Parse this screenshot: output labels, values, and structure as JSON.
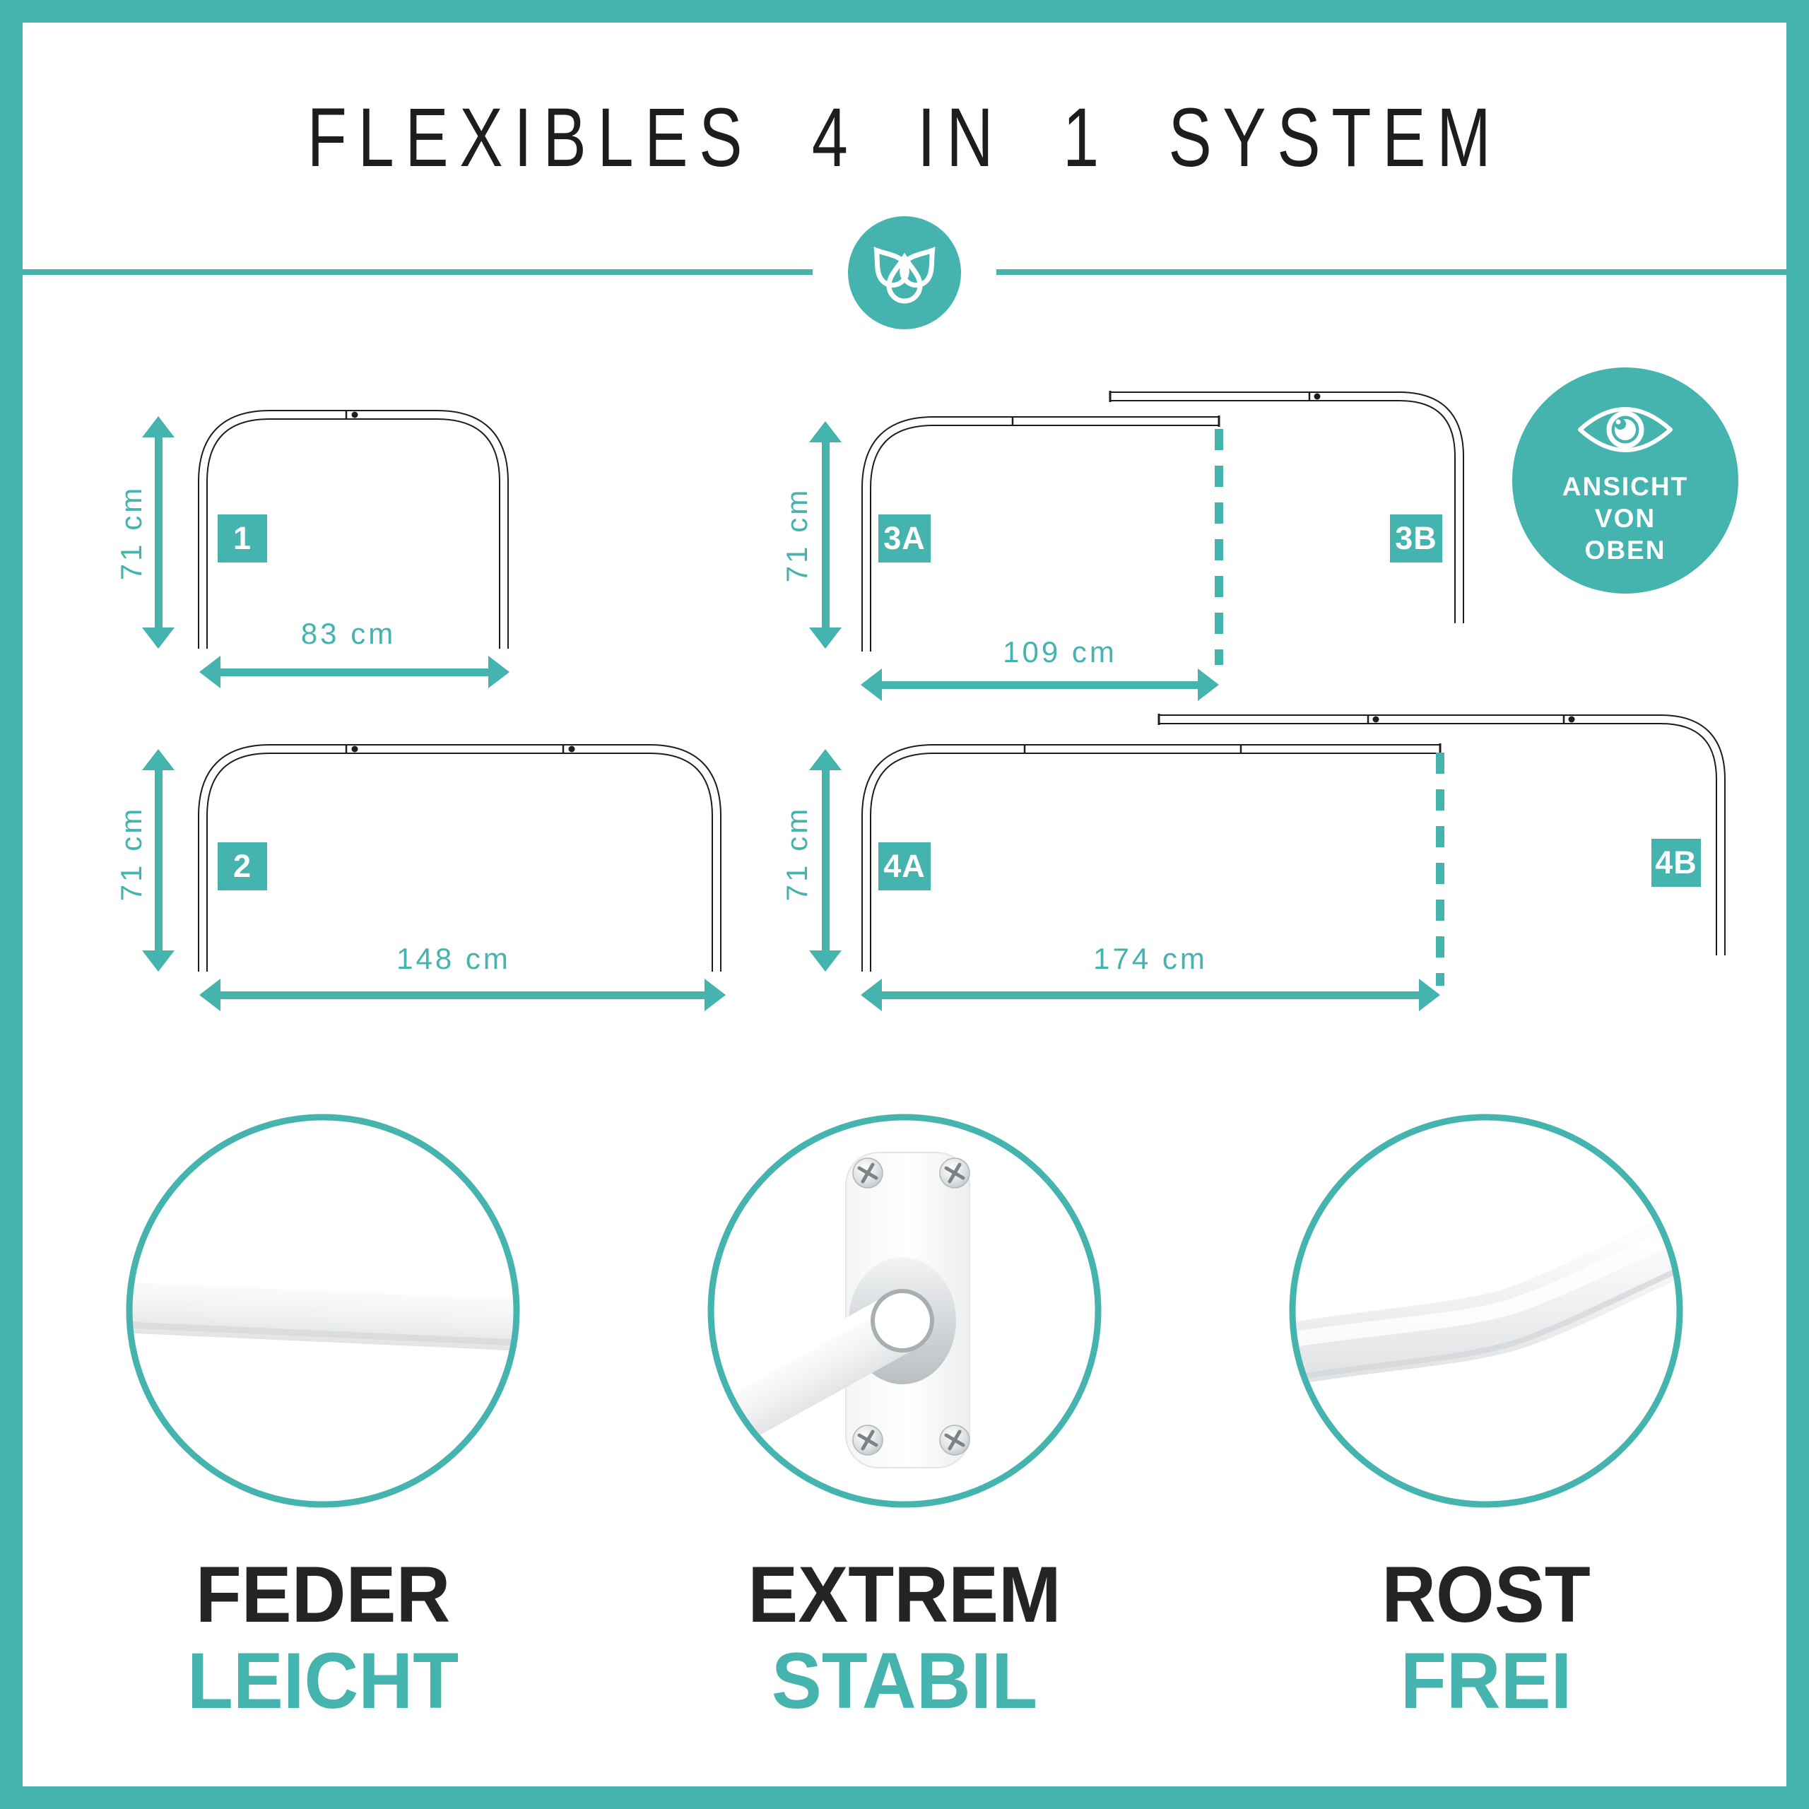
{
  "colors": {
    "accent": "#45B3AE",
    "ink": "#1D1D1B",
    "feature_dark": "#242424"
  },
  "title": "FLEXIBLES 4 IN 1 SYSTEM",
  "view_badge": {
    "lines": [
      "ANSICHT",
      "VON",
      "OBEN"
    ]
  },
  "diagrams": [
    {
      "id": "1",
      "badges": [
        "1"
      ],
      "height_label": "71 cm",
      "width_label": "83 cm"
    },
    {
      "id": "2",
      "badges": [
        "2"
      ],
      "height_label": "71 cm",
      "width_label": "148 cm"
    },
    {
      "id": "3",
      "badges": [
        "3A",
        "3B"
      ],
      "height_label": "71 cm",
      "width_label": "109 cm"
    },
    {
      "id": "4",
      "badges": [
        "4A",
        "4B"
      ],
      "height_label": "71 cm",
      "width_label": "174 cm"
    }
  ],
  "features": [
    {
      "line1": "FEDER",
      "line2": "LEICHT"
    },
    {
      "line1": "EXTREM",
      "line2": "STABIL"
    },
    {
      "line1": "ROST",
      "line2": "FREI"
    }
  ]
}
